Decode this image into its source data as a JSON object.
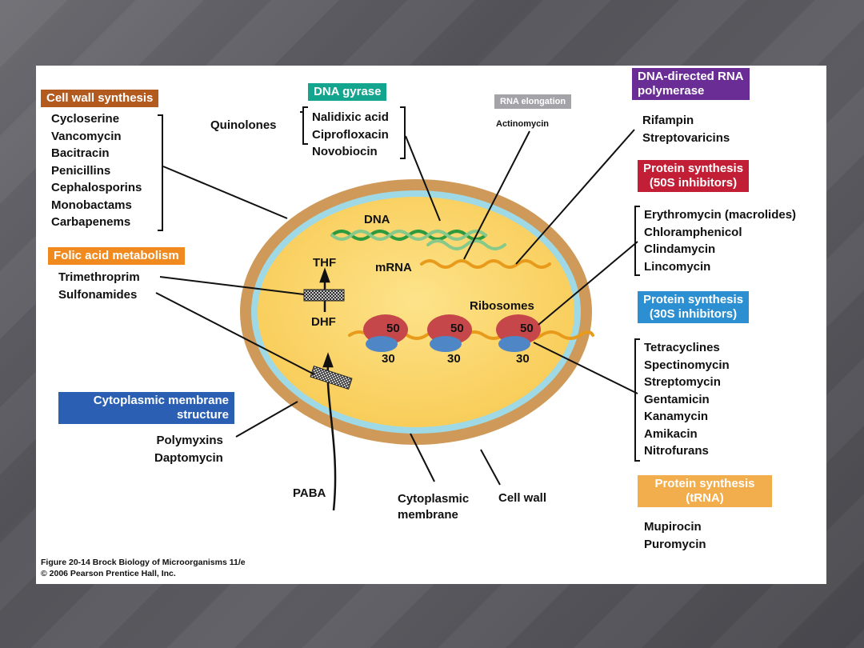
{
  "colors": {
    "cell_wall_box": "#b35a1f",
    "dna_gyrase_box": "#13a58e",
    "rna_elongation_box": "#a3a3a8",
    "rna_polymerase_box": "#6a2d95",
    "protein_50s_box": "#c21f36",
    "folic_acid_box": "#f08a1e",
    "protein_30s_box": "#2b8fd1",
    "membrane_box": "#2a5fb4",
    "trna_box": "#f2ad4c",
    "cell_wall_fill": "#cf9a59",
    "membrane_ring": "#9fd9e6",
    "cytoplasm_fill": "#fbd66a",
    "dna_green": "#2d9a3e",
    "mrna_orange": "#e89b1a",
    "ribosome_50": "#c5474a",
    "ribosome_30": "#4f86c6"
  },
  "groups": {
    "cell_wall": {
      "title": "Cell wall synthesis",
      "drugs": [
        "Cycloserine",
        "Vancomycin",
        "Bacitracin",
        "Penicillins",
        "Cephalosporins",
        "Monobactams",
        "Carbapenems"
      ]
    },
    "dna_gyrase": {
      "title": "DNA gyrase",
      "class_label": "Quinolones",
      "drugs": [
        "Nalidixic acid",
        "Ciprofloxacin",
        "Novobiocin"
      ]
    },
    "rna_elongation": {
      "title": "RNA elongation",
      "drugs": [
        "Actinomycin"
      ]
    },
    "rna_polymerase": {
      "title_line1": "DNA-directed RNA",
      "title_line2": "polymerase",
      "drugs": [
        "Rifampin",
        "Streptovaricins"
      ]
    },
    "protein_50s": {
      "title_line1": "Protein synthesis",
      "title_line2": "(50S inhibitors)",
      "drugs": [
        "Erythromycin (macrolides)",
        "Chloramphenicol",
        "Clindamycin",
        "Lincomycin"
      ]
    },
    "folic_acid": {
      "title": "Folic acid metabolism",
      "drugs": [
        "Trimethroprim",
        "Sulfonamides"
      ]
    },
    "protein_30s": {
      "title_line1": "Protein synthesis",
      "title_line2": "(30S inhibitors)",
      "drugs": [
        "Tetracyclines",
        "Spectinomycin",
        "Streptomycin",
        "Gentamicin",
        "Kanamycin",
        "Amikacin",
        "Nitrofurans"
      ]
    },
    "membrane": {
      "title_line1": "Cytoplasmic membrane",
      "title_line2": "structure",
      "drugs": [
        "Polymyxins",
        "Daptomycin"
      ]
    },
    "trna": {
      "title_line1": "Protein synthesis",
      "title_line2": "(tRNA)",
      "drugs": [
        "Mupirocin",
        "Puromycin"
      ]
    }
  },
  "cell_labels": {
    "dna": "DNA",
    "mrna": "mRNA",
    "thf": "THF",
    "dhf": "DHF",
    "paba": "PABA",
    "ribosomes": "Ribosomes",
    "large_subunit": "50",
    "small_subunit": "30",
    "cytoplasmic_membrane_line1": "Cytoplasmic",
    "cytoplasmic_membrane_line2": "membrane",
    "cell_wall": "Cell wall"
  },
  "caption": {
    "line1": "Figure 20-14 Brock Biology of Microorganisms 11/e",
    "line2": "© 2006 Pearson Prentice Hall, Inc."
  }
}
